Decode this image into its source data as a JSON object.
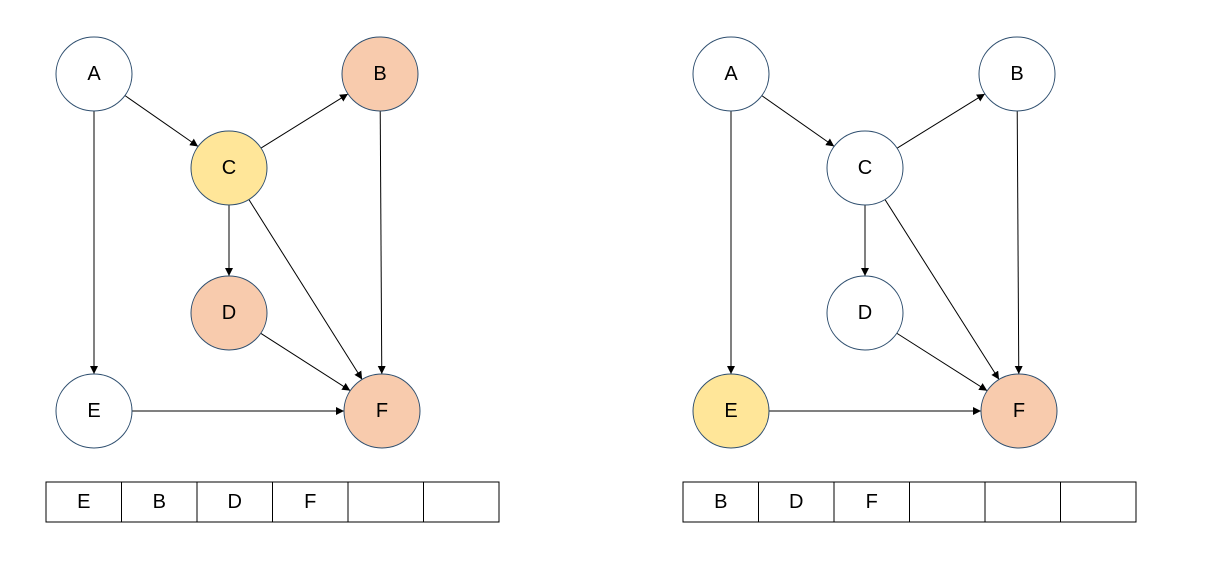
{
  "colors": {
    "default": "#ffffff",
    "current": "#ffe699",
    "queued": "#f8cbad",
    "stroke": "#2f4f6f",
    "edge": "#000000"
  },
  "diagrams": [
    {
      "nodes": [
        {
          "id": "A",
          "label": "A",
          "state": "default"
        },
        {
          "id": "B",
          "label": "B",
          "state": "queued"
        },
        {
          "id": "C",
          "label": "C",
          "state": "current"
        },
        {
          "id": "D",
          "label": "D",
          "state": "queued"
        },
        {
          "id": "E",
          "label": "E",
          "state": "default"
        },
        {
          "id": "F",
          "label": "F",
          "state": "queued"
        }
      ],
      "edges": [
        {
          "from": "A",
          "to": "C"
        },
        {
          "from": "A",
          "to": "E"
        },
        {
          "from": "C",
          "to": "B"
        },
        {
          "from": "C",
          "to": "D"
        },
        {
          "from": "C",
          "to": "F"
        },
        {
          "from": "B",
          "to": "F"
        },
        {
          "from": "D",
          "to": "F"
        },
        {
          "from": "E",
          "to": "F"
        }
      ],
      "queue": [
        "E",
        "B",
        "D",
        "F",
        "",
        ""
      ]
    },
    {
      "nodes": [
        {
          "id": "A",
          "label": "A",
          "state": "default"
        },
        {
          "id": "B",
          "label": "B",
          "state": "default"
        },
        {
          "id": "C",
          "label": "C",
          "state": "default"
        },
        {
          "id": "D",
          "label": "D",
          "state": "default"
        },
        {
          "id": "E",
          "label": "E",
          "state": "current"
        },
        {
          "id": "F",
          "label": "F",
          "state": "queued"
        }
      ],
      "edges": [
        {
          "from": "A",
          "to": "C"
        },
        {
          "from": "A",
          "to": "E"
        },
        {
          "from": "C",
          "to": "B"
        },
        {
          "from": "C",
          "to": "D"
        },
        {
          "from": "C",
          "to": "F"
        },
        {
          "from": "B",
          "to": "F"
        },
        {
          "from": "D",
          "to": "F"
        },
        {
          "from": "E",
          "to": "F"
        }
      ],
      "queue": [
        "B",
        "D",
        "F",
        "",
        "",
        ""
      ]
    }
  ]
}
